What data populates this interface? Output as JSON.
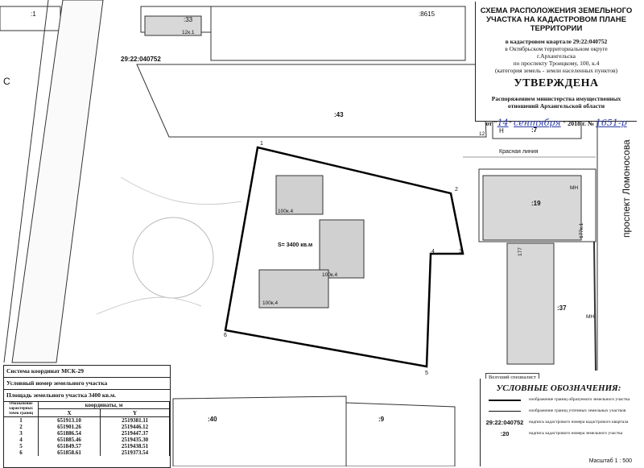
{
  "title_block": {
    "heading": "СХЕМА РАСПОЛОЖЕНИЯ ЗЕМЕЛЬНОГО УЧАСТКА НА КАДАСТРОВОМ ПЛАНЕ ТЕРРИТОРИИ",
    "quarter": "в кадастровом квартале 29:22:040752",
    "district": "в Октябрьском территориальном округе",
    "city": "г.Архангельска",
    "address": "по проспекту Троицкому, 100, к.4",
    "category": "(категория земель - земли населенных пунктов)",
    "approved": "УТВЕРЖДЕНА",
    "order": "Распоряжением министерства имущественных отношений Архангельской области",
    "date_prefix": "от \"",
    "day": "14",
    "month": "сентября",
    "year_part": "\" 2018 г. №",
    "number": "1651-р"
  },
  "map": {
    "parcels": {
      "p1": ":1",
      "p33": ":33",
      "p8615": ":8615",
      "p43": ":43",
      "p7": ":7",
      "p19": ":19",
      "p37": ":37",
      "p40": ":40",
      "p9": ":9"
    },
    "quarter_label": "29:22:040752",
    "street_left": "С",
    "street_right": "проспект Ломоносова",
    "red_line": "Красная линия",
    "area": "S= 3400 кв.м",
    "buildings": [
      "12к.1",
      "100к.4",
      "100к.4",
      "100к.4",
      "177к.1",
      "177"
    ],
    "misc": [
      "12",
      "Н",
      "МН",
      "МН"
    ],
    "points": [
      "1",
      "2",
      "3",
      "4",
      "5",
      "6"
    ]
  },
  "coords_table": {
    "system": "Система координат МСК-29",
    "cond_number": "Условный номер земельного участка",
    "area": "Площадь земельного участка 3400 кв.м.",
    "col_point": "Обозначение характерных точек границ",
    "col_coords": "координаты, м",
    "col_x": "X",
    "col_y": "Y",
    "rows": [
      {
        "n": "1",
        "x": "651913.10",
        "y": "2519381.11"
      },
      {
        "n": "2",
        "x": "651901.26",
        "y": "2519446.12"
      },
      {
        "n": "3",
        "x": "651886.54",
        "y": "2519447.37"
      },
      {
        "n": "4",
        "x": "651885.46",
        "y": "2519435.30"
      },
      {
        "n": "5",
        "x": "651849.57",
        "y": "2519438.51"
      },
      {
        "n": "6",
        "x": "651858.61",
        "y": "2519373.54"
      }
    ]
  },
  "stamp": "Ведущий специалист",
  "legend": {
    "title": "УСЛОВНЫЕ ОБОЗНАЧЕНИЯ:",
    "items": [
      {
        "symbol": "",
        "text": "изображение границ образуемого земельного участка"
      },
      {
        "symbol": "",
        "text": "изображение границ учтенных земельных участков"
      },
      {
        "symbol": "29:22:040752",
        "text": "надпись кадастрового номера кадастрового квартала"
      },
      {
        "symbol": ":20",
        "text": "надпись кадастрового номера земельного участка"
      }
    ],
    "scale": "Масштаб 1 : 500"
  }
}
